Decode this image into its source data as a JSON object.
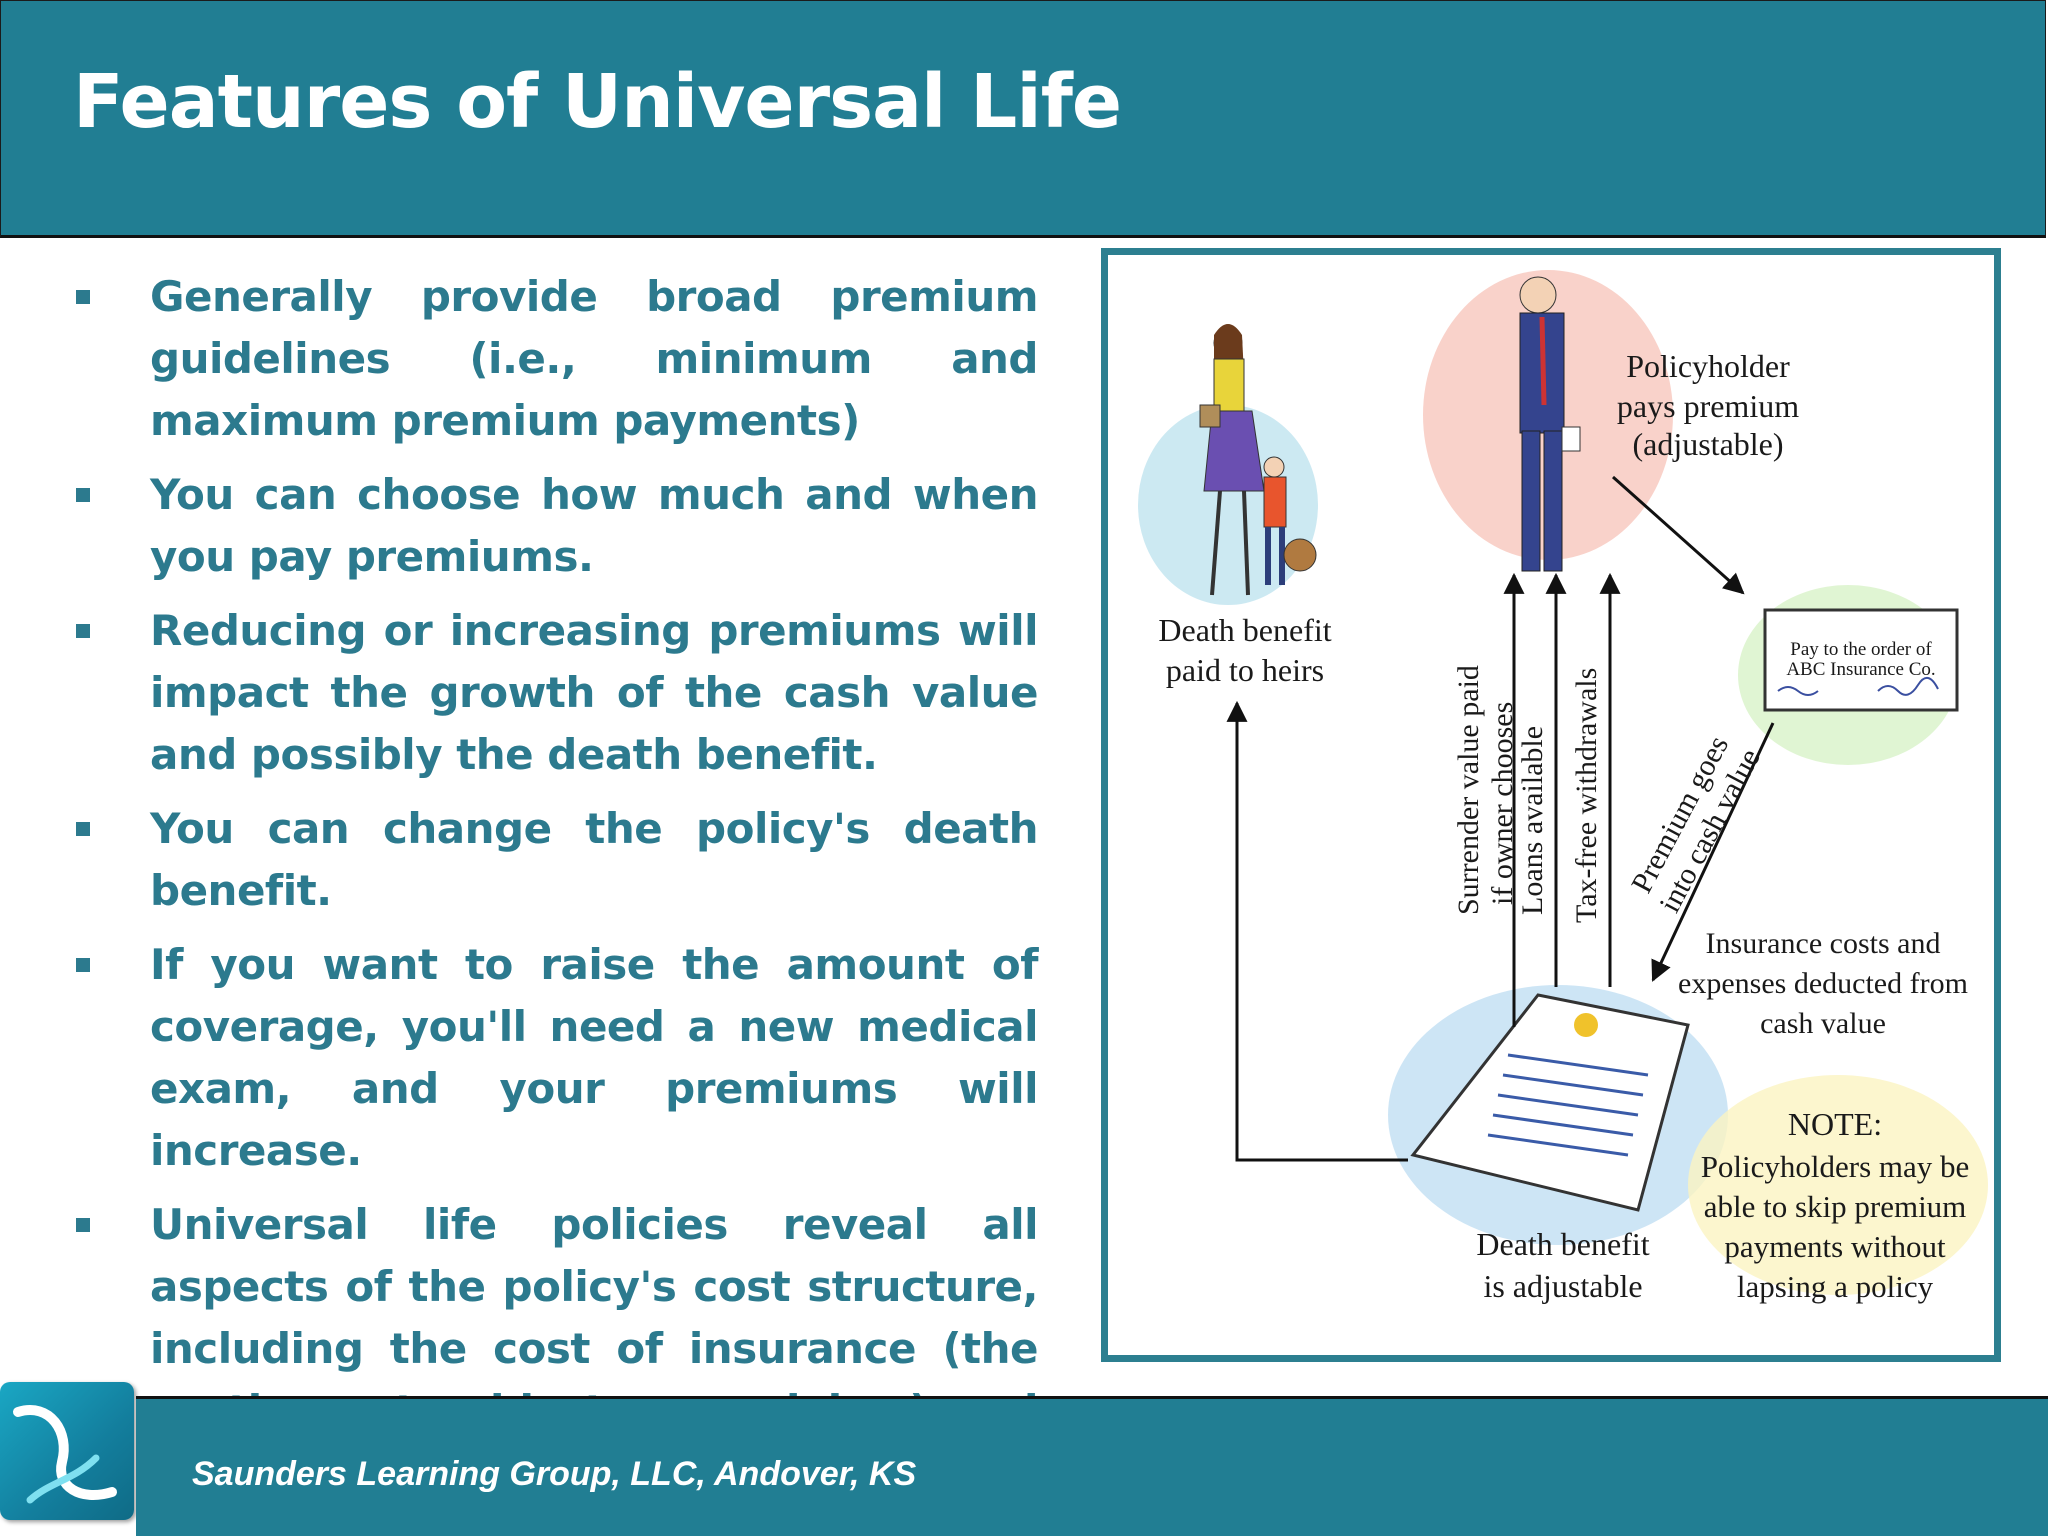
{
  "slide": {
    "title": "Features of Universal Life",
    "bullets": [
      "Generally provide broad premium guidelines (i.e., minimum and maximum premium payments)",
      "You can choose how much and when you pay premiums.",
      "Reducing or increasing premiums will impact the growth of the cash value and possibly the death benefit.",
      "You can change the policy's death benefit.",
      "If you want to raise the amount of coverage, you'll need a new medical exam, and your premiums will increase.",
      "Universal life policies reveal all aspects of the policy's cost structure, including the cost of insurance (the portion set aside to pay claims) and expenses."
    ]
  },
  "diagram": {
    "policyholder": [
      "Policyholder",
      "pays premium",
      "(adjustable)"
    ],
    "death_benefit_heirs": [
      "Death benefit",
      "paid to heirs"
    ],
    "check_pay_to": [
      "Pay to the order of",
      "ABC Insurance Co."
    ],
    "surrender": [
      "Surrender value paid",
      "if owner chooses"
    ],
    "loans": "Loans available",
    "withdrawals": "Tax-free withdrawals",
    "premium_goes": [
      "Premium goes",
      "into cash value"
    ],
    "insurance_costs": [
      "Insurance costs and",
      "expenses deducted from",
      "cash value"
    ],
    "death_benefit_adjustable": [
      "Death benefit",
      "is adjustable"
    ],
    "note": [
      "NOTE:",
      "Policyholders may be",
      "able to skip premium",
      "payments without",
      "lapsing a policy"
    ]
  },
  "footer": {
    "credit": "Saunders Learning Group, LLC, Andover, KS"
  },
  "colors": {
    "band": "#217e93",
    "bullet_text": "#2c7a8e",
    "frame": "#2c7f90"
  }
}
